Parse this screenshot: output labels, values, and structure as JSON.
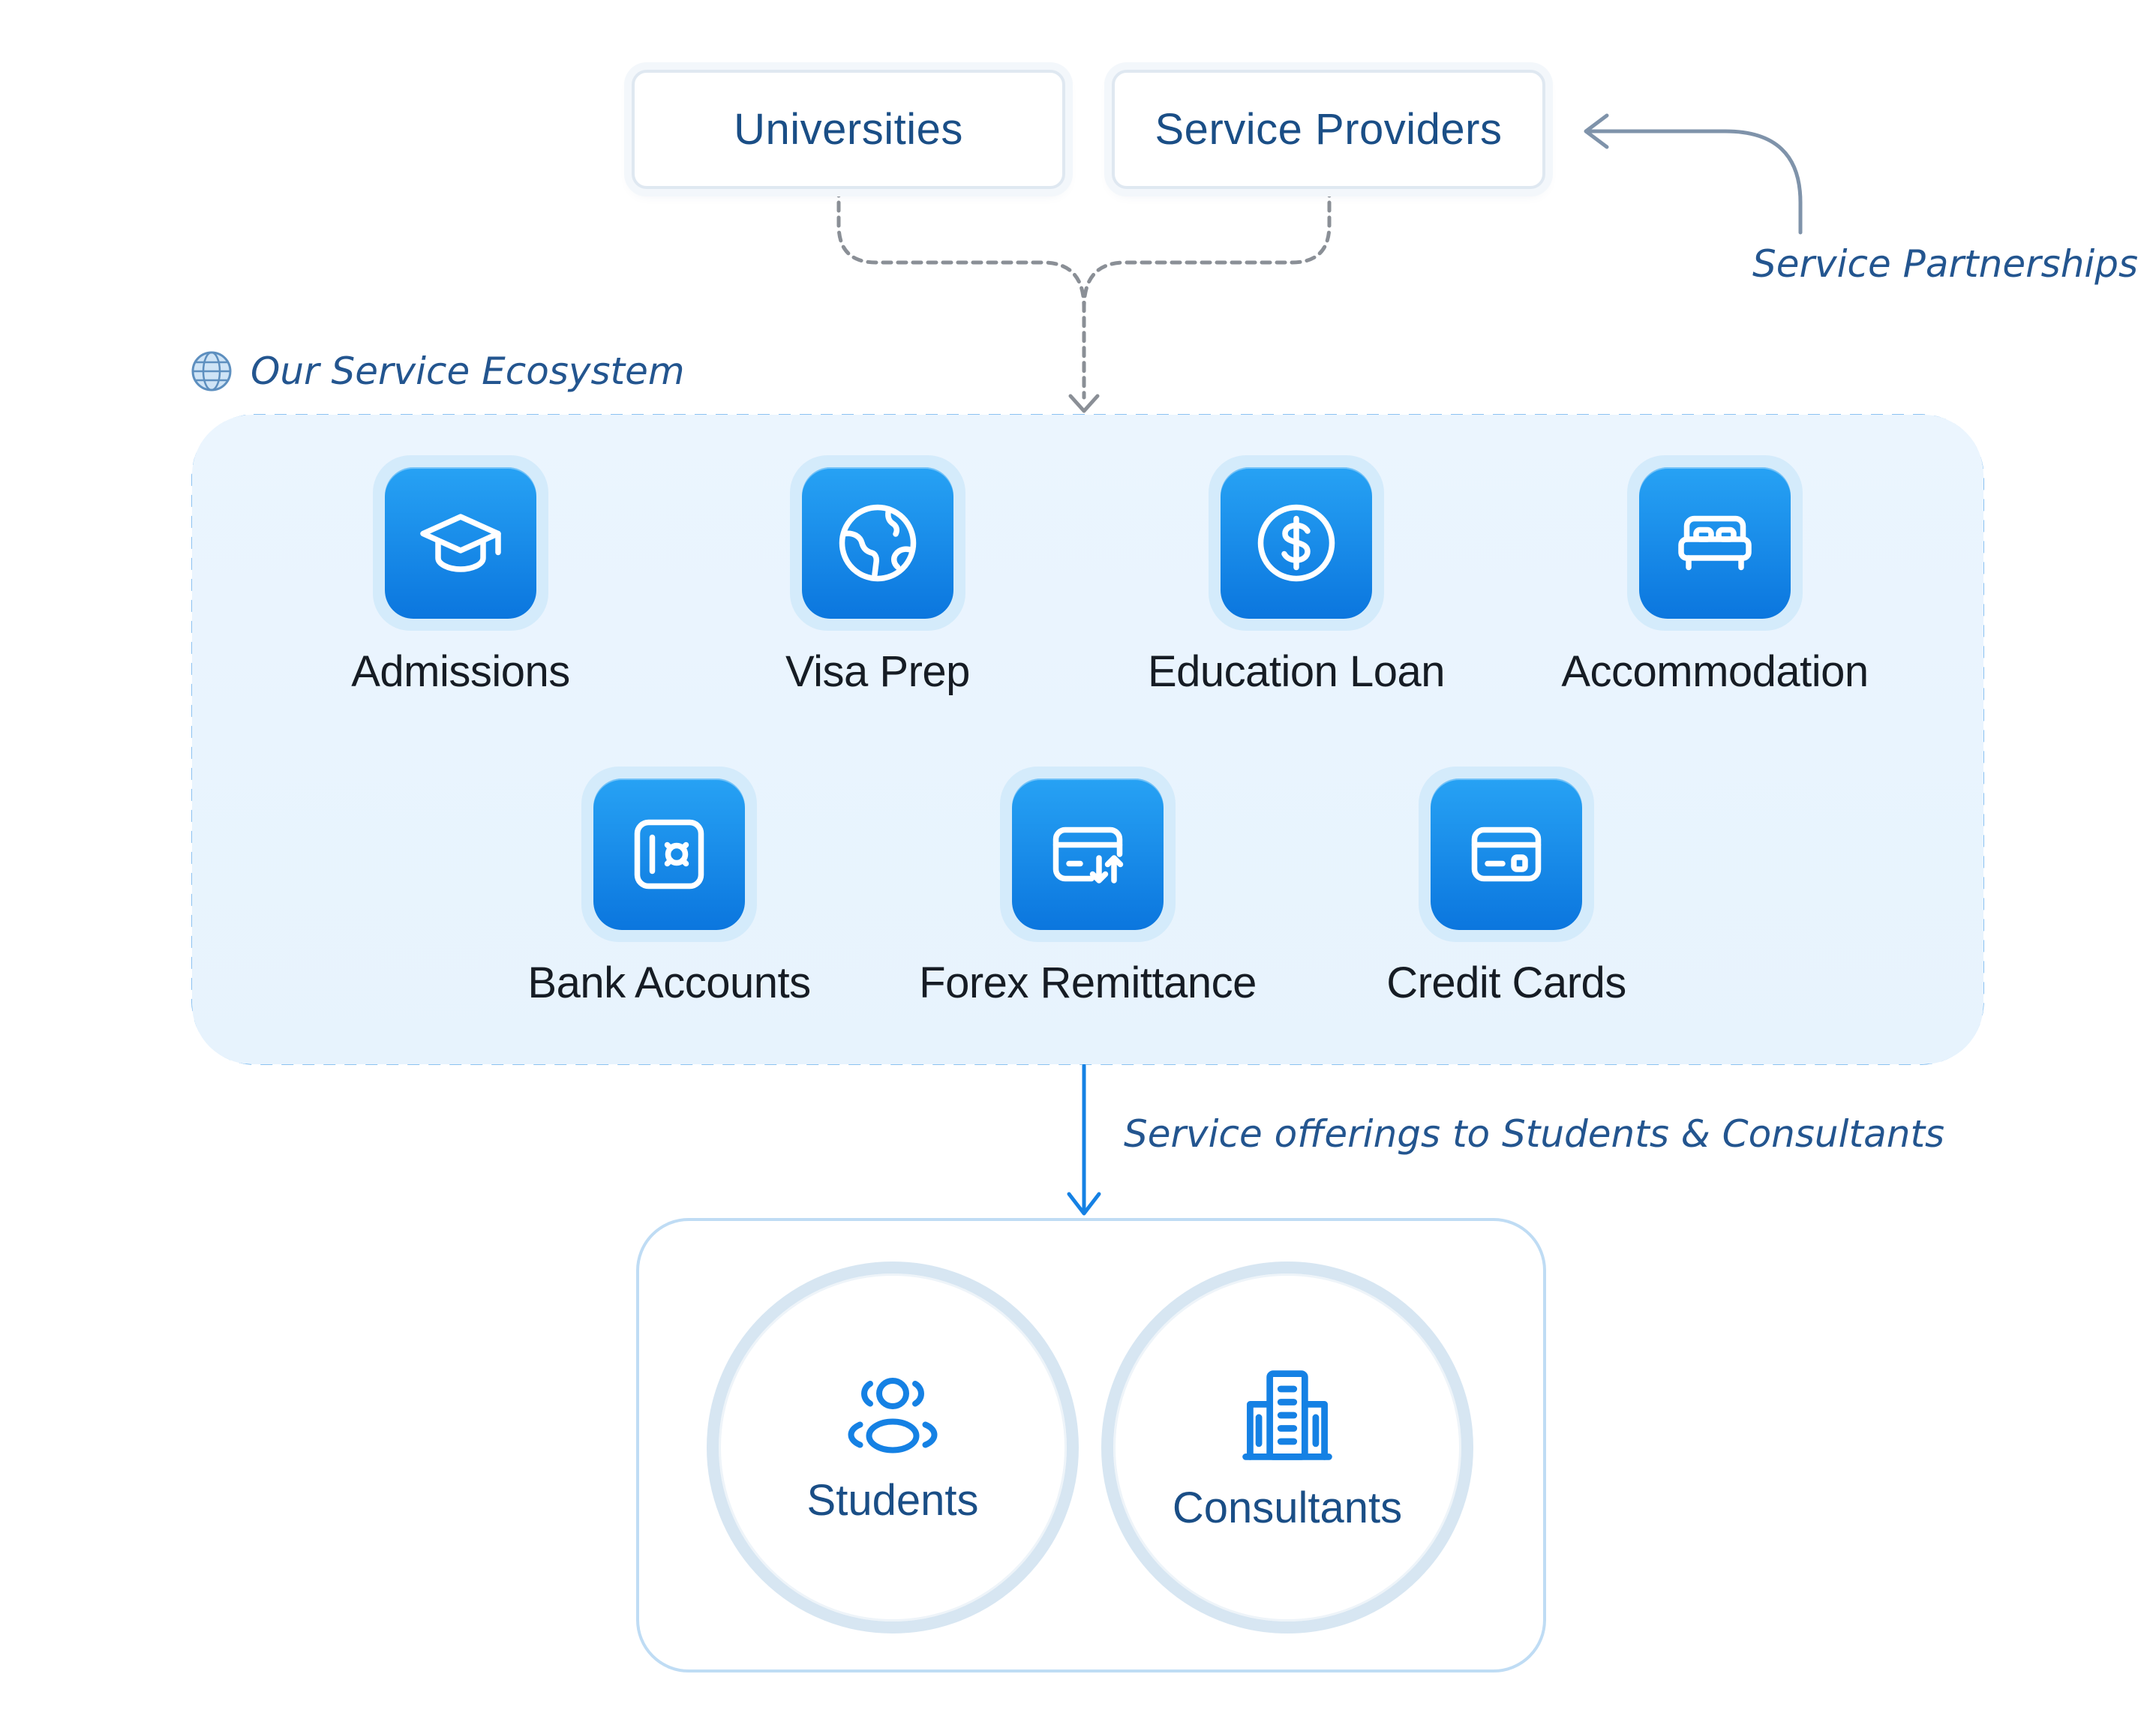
{
  "partners": [
    {
      "label": "Universities"
    },
    {
      "label": "Service Providers"
    }
  ],
  "annotations": {
    "service_partnerships": "Service Partnerships",
    "ecosystem_title": "Our Service Ecosystem",
    "service_offerings": "Service offerings to Students & Consultants"
  },
  "services": [
    {
      "label": "Admissions",
      "icon": "graduation-cap-icon"
    },
    {
      "label": "Visa Prep",
      "icon": "globe-icon"
    },
    {
      "label": "Education Loan",
      "icon": "dollar-icon"
    },
    {
      "label": "Accommodation",
      "icon": "bed-icon"
    },
    {
      "label": "Bank Accounts",
      "icon": "bank-vault-icon"
    },
    {
      "label": "Forex Remittance",
      "icon": "card-transfer-icon"
    },
    {
      "label": "Credit Cards",
      "icon": "credit-card-icon"
    }
  ],
  "audience": [
    {
      "label": "Students",
      "icon": "users-icon"
    },
    {
      "label": "Consultants",
      "icon": "building-icon"
    }
  ],
  "colors": {
    "accent": "#1581e4",
    "text_dark": "#161c24",
    "text_blue": "#1a4e86",
    "connector_gray": "#8a8f96",
    "region_fill": "#e9f4fe"
  }
}
